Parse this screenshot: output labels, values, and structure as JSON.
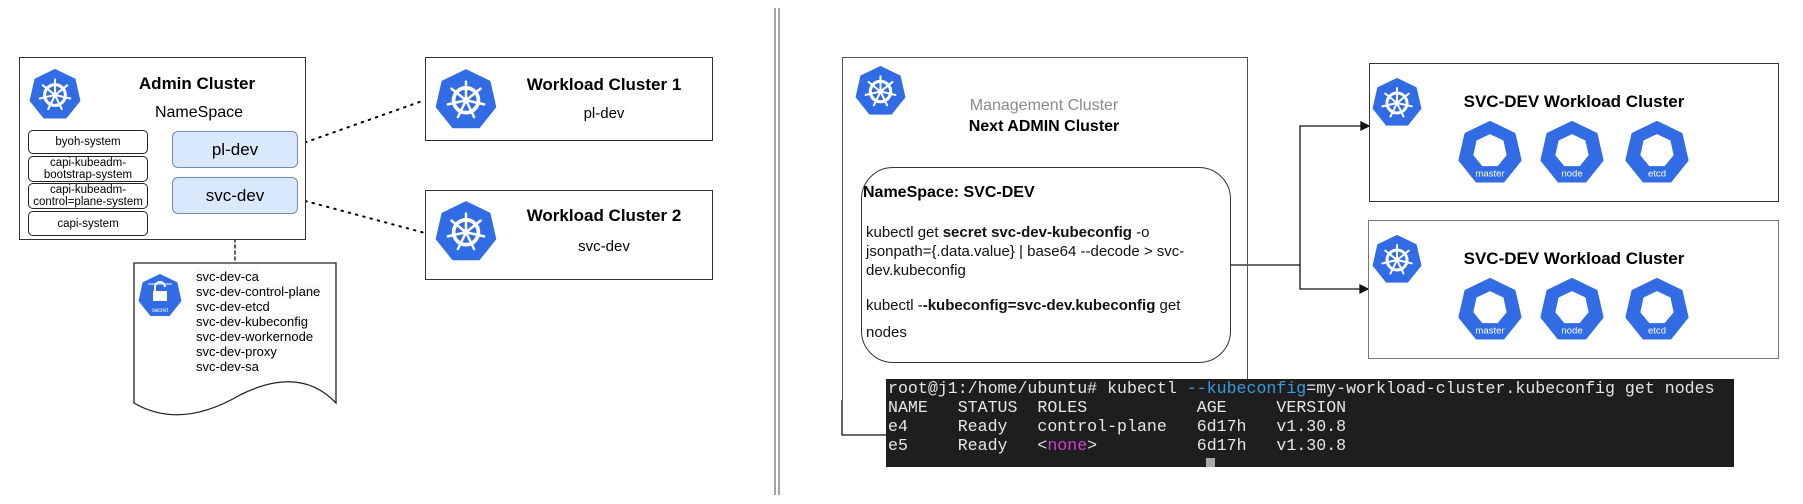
{
  "left": {
    "admin_cluster": {
      "title": "Admin Cluster",
      "subtitle": "NameSpace",
      "system_namespaces": [
        "byoh-system",
        "capi-kubeadm-bootstrap-system",
        "capi-kubeadm-control=plane-system",
        "capi-system"
      ],
      "system_namespace_lines": [
        [
          "byoh-system"
        ],
        [
          "capi-kubeadm-",
          "bootstrap-system"
        ],
        [
          "capi-kubeadm-",
          "control=plane-system"
        ],
        [
          "capi-system"
        ]
      ],
      "workload_namespaces": [
        "pl-dev",
        "svc-dev"
      ]
    },
    "secret": {
      "icon_label": "secret",
      "items": [
        "svc-dev-ca",
        "svc-dev-control-plane",
        "svc-dev-etcd",
        "svc-dev-kubeconfig",
        "svc-dev-workernode",
        "svc-dev-proxy",
        "svc-dev-sa"
      ]
    },
    "workload_clusters": [
      {
        "title": "Workload Cluster 1",
        "namespace": "pl-dev"
      },
      {
        "title": "Workload Cluster 2",
        "namespace": "svc-dev"
      }
    ]
  },
  "right": {
    "management": {
      "label": "Management Cluster",
      "title": "Next ADMIN Cluster",
      "namespace_title": "NameSpace:  SVC-DEV",
      "cmd1": {
        "a": "kubectl get ",
        "b": "secret svc-dev-kubeconfig",
        "c": " -o",
        "line2": "jsonpath={.data.value} | base64 --decode > svc-",
        "line3": "dev.kubeconfig"
      },
      "cmd2": {
        "a": "kubectl -",
        "b": "-kubeconfig=svc-dev.kubeconfig",
        "c": " get",
        "line2": "nodes"
      }
    },
    "workload_clusters": [
      {
        "title": "SVC-DEV Workload Cluster",
        "components": [
          "master",
          "node",
          "etcd"
        ]
      },
      {
        "title": "SVC-DEV Workload Cluster",
        "components": [
          "master",
          "node",
          "etcd"
        ]
      }
    ],
    "terminal": {
      "prompt": "root@j1:/home/ubuntu# ",
      "command_a": "kubectl ",
      "command_flag": "--kubeconfig",
      "command_b": "=my-workload-cluster.kubeconfig get nodes",
      "headers": [
        "NAME",
        "STATUS",
        "ROLES",
        "AGE",
        "VERSION"
      ],
      "rows": [
        [
          "e4",
          "Ready",
          "control-plane",
          "6d17h",
          "v1.30.8"
        ],
        [
          "e5",
          "Ready",
          "<none>",
          "6d17h",
          "v1.30.8"
        ]
      ],
      "colors": {
        "text": "#e6e6e6",
        "flag": "#3b9ad9",
        "none": "#d63cd6",
        "background": "#1e1e1e"
      }
    }
  },
  "colors": {
    "k8s_blue": "#326ce5",
    "namespace_fill": "#dae8fc",
    "namespace_border": "#6c8ebf"
  }
}
